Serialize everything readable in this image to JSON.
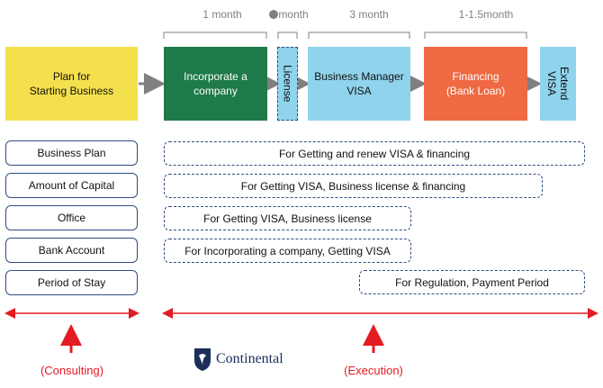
{
  "durations": {
    "incorporate": "1 month",
    "license": "month",
    "business_manager": "3 month",
    "financing": "1-1.5month"
  },
  "phases": {
    "plan": "Plan for\nStarting Business",
    "incorporate": "Incorporate a\ncompany",
    "license": "License",
    "business_manager": "Business Manager\nVISA",
    "financing": "Financing\n(Bank Loan)",
    "extend": "Extend\nVISA"
  },
  "items": [
    "Business Plan",
    "Amount of Capital",
    "Office",
    "Bank Account",
    "Period of Stay"
  ],
  "purposes": [
    "For Getting and renew VISA & financing",
    "For Getting VISA, Business license & financing",
    "For Getting VISA, Business license",
    "For Incorporating a company, Getting VISA",
    "For Regulation, Payment Period"
  ],
  "labels": {
    "consulting": "(Consulting)",
    "execution": "(Execution)"
  },
  "logo": {
    "name": "Continental"
  },
  "colors": {
    "plan": "#f4e04d",
    "incorporate": "#1e7a4a",
    "license": "#8fd3ec",
    "business_manager": "#8fd3ec",
    "financing": "#ef6a42",
    "extend": "#8fd3ec",
    "arrow_gray": "#808080",
    "red": "#e31b23",
    "border_blue": "#2f4d7e"
  }
}
